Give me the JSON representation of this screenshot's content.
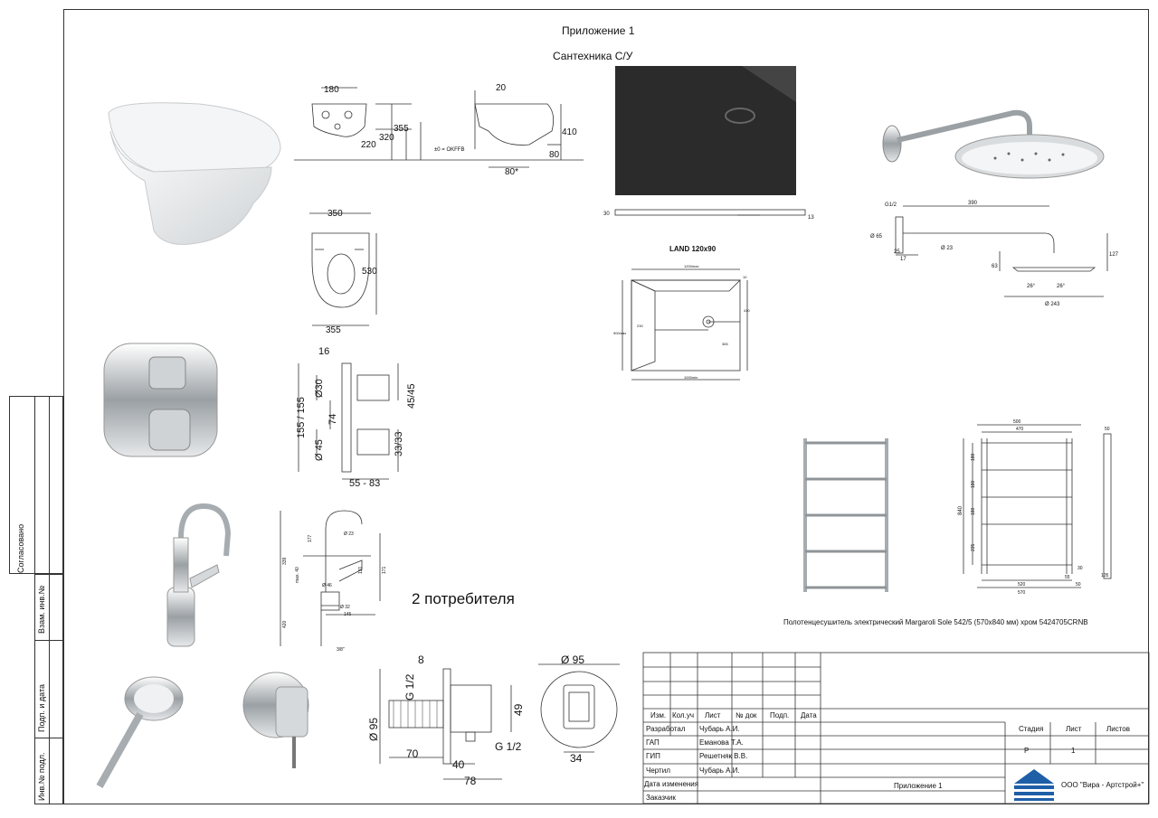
{
  "header": {
    "appendix": "Приложение 1",
    "section": "Сантехника С/У"
  },
  "toilet": {
    "dims": {
      "top_width": "180",
      "height_a": "355",
      "height_b": "320",
      "height_c": "220",
      "floor_label": "±0 = OKFFB",
      "side_offset": "20",
      "side_height": "410",
      "side_low": "80",
      "side_bottom": "80*",
      "plan_width": "350",
      "plan_depth": "530",
      "plan_width_bottom": "355"
    }
  },
  "tray": {
    "label": "LAND 120x90",
    "dims": {
      "thickness_left": "30",
      "thickness_right": "13",
      "length_top": "1200max",
      "length_bottom": "1000min",
      "width_side": "900max",
      "drain_left": "230",
      "drain_right": "410",
      "drain_bottom": "365",
      "small_top": "10"
    }
  },
  "shower_head": {
    "dims": {
      "arm_length": "390",
      "thread": "G1/2",
      "wall_dia": "Ø 65",
      "arm_dia": "Ø 23",
      "wall_a": "25",
      "wall_b": "17",
      "height": "127",
      "head_h": "63",
      "spray_a": "26°",
      "spray_b": "26°",
      "head_dia": "Ø 243"
    }
  },
  "thermostat": {
    "dims": {
      "top": "16",
      "total": "155 / 155",
      "knob_top": "Ø30",
      "middle": "74",
      "knob_bottom": "Ø 45",
      "right_top": "45/45",
      "right_bottom": "33/33",
      "depth": "55 - 83"
    }
  },
  "mixer": {
    "dims": {
      "height_total": "339",
      "spout_h": "177",
      "reach": "131",
      "spout_dia": "Ø 23",
      "max_h": "max. 40",
      "base_dia": "Ø 46",
      "hole_dia": "Ø 32",
      "hole_span": "145",
      "under": "420",
      "bottom_thread": "3/8\"",
      "right_h": "171"
    }
  },
  "consumers_label": "2 потребителя",
  "towel_rail": {
    "caption": "Полотенцесушитель электрический Margaroli Sole 542/5 (570x840 мм) хром 5424705CRNB",
    "dims": {
      "top_a": "500",
      "top_b": "470",
      "height": "840",
      "step_a": "180",
      "step_b": "180",
      "step_c": "180",
      "step_d": "235",
      "bottom_a": "520",
      "bottom_b": "570",
      "off_a": "30",
      "off_b": "55",
      "off_c": "50",
      "side_top": "50",
      "side_bottom": "105"
    }
  },
  "wall_outlet": {
    "dims": {
      "thread_top": "G 1/2",
      "flange": "8",
      "dia": "Ø 95",
      "depth": "70",
      "outlet_h": "49",
      "outlet_off": "40",
      "total": "78",
      "thread_bottom": "G 1/2",
      "front_dia": "Ø 95",
      "front_w": "34"
    }
  },
  "side_strip": {
    "approved": "Согласовано",
    "inv_replace": "Взам. инв.№",
    "sign_date": "Подп. и дата",
    "inv_orig": "Инв.№ подл."
  },
  "title_block": {
    "columns": [
      "Изм.",
      "Кол.уч",
      "Лист",
      "№ док",
      "Подп.",
      "Дата"
    ],
    "rows": [
      {
        "role": "Разработал",
        "name": "Чубарь А.И."
      },
      {
        "role": "ГАП",
        "name": "Еманова Т.А."
      },
      {
        "role": "ГИП",
        "name": "Решетняк В.В."
      },
      {
        "role": "Чертил",
        "name": "Чубарь А.И."
      },
      {
        "role": "Дата изменения",
        "name": ""
      },
      {
        "role": "Заказчик",
        "name": ""
      }
    ],
    "stage_header": "Стадия",
    "sheet_header": "Лист",
    "sheets_header": "Листов",
    "stage_value": "Р",
    "sheet_value": "1",
    "sheets_value": "",
    "doc_title": "Приложение 1",
    "company": "ООО \"Вира - Артстрой+\""
  },
  "colors": {
    "line": "#333333",
    "chrome_light": "#f2f2f2",
    "chrome_dark": "#7a7a7a",
    "tray_dark": "#2b2b2b",
    "logo_blue": "#1f5fa8"
  }
}
